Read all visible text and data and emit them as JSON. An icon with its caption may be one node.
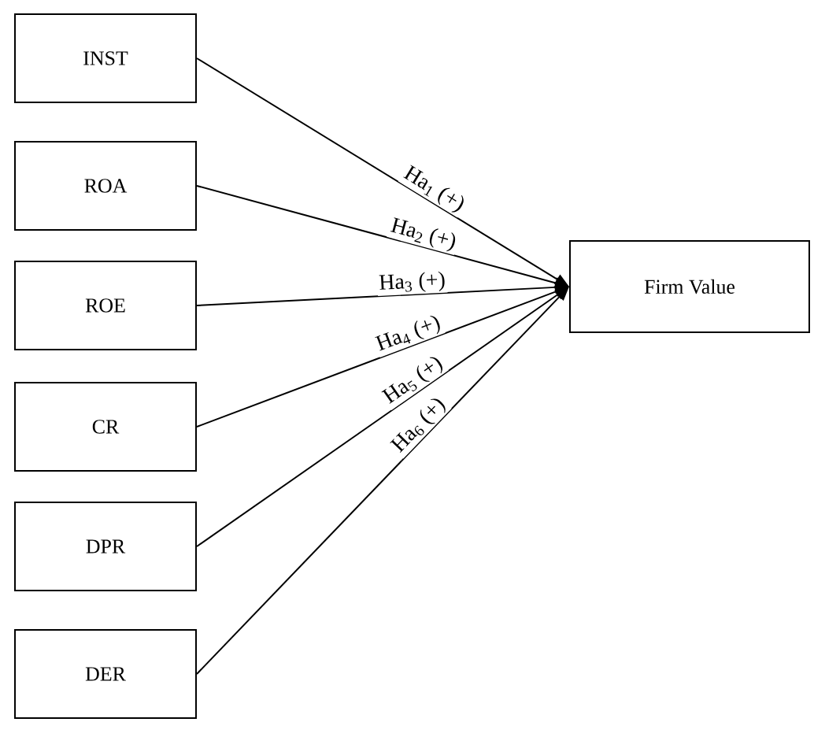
{
  "diagram": {
    "nodes": [
      {
        "text": [
          "INST"
        ]
      },
      {
        "text": [
          "ROA"
        ]
      },
      {
        "text": [
          "ROE"
        ]
      },
      {
        "text": [
          "CR"
        ]
      },
      {
        "text": [
          "DPR"
        ]
      },
      {
        "text": [
          "DER"
        ]
      },
      {
        "text": [
          "Firm Value"
        ]
      }
    ],
    "edges": [
      {
        "from": 0,
        "to": 6,
        "arrow": "to",
        "label": "Ha$_{1}$ (+)"
      },
      {
        "from": 1,
        "to": 6,
        "arrow": "to",
        "label": "Ha$_{2}$ (+)"
      },
      {
        "from": 2,
        "to": 6,
        "arrow": "to",
        "label": "Ha$_{3}$ (+)"
      },
      {
        "from": 3,
        "to": 6,
        "arrow": "to",
        "label": "Ha$_{4}$ (+)"
      },
      {
        "from": 4,
        "to": 6,
        "arrow": "to",
        "label": "Ha$_{5}$ (+)"
      },
      {
        "from": 5,
        "to": 6,
        "arrow": "to",
        "label": "Ha$_{6}$ (+)"
      }
    ]
  }
}
